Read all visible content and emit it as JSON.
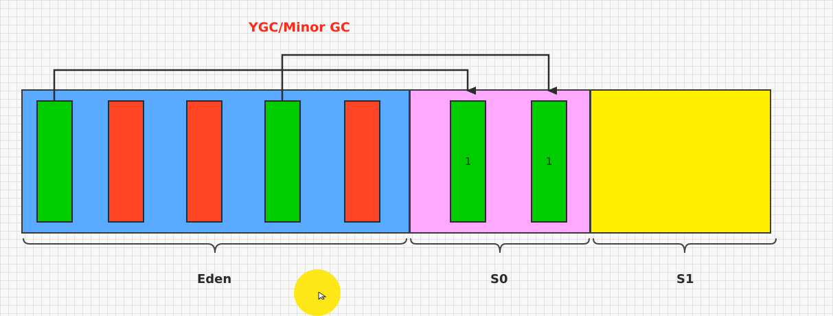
{
  "title": "YGC/Minor GC",
  "regions": {
    "eden": {
      "label": "Eden",
      "color": "#5aabff"
    },
    "s0": {
      "label": "S0",
      "color": "#ffa8ff"
    },
    "s1": {
      "label": "S1",
      "color": "#ffef00"
    }
  },
  "objects": {
    "eden": [
      "green",
      "red",
      "red",
      "green",
      "red"
    ],
    "s0": [
      {
        "color": "green",
        "age": "1"
      },
      {
        "color": "green",
        "age": "1"
      }
    ]
  },
  "colors": {
    "live": "#00cc00",
    "garbage": "#ff4426",
    "title": "#ff2a1a"
  }
}
